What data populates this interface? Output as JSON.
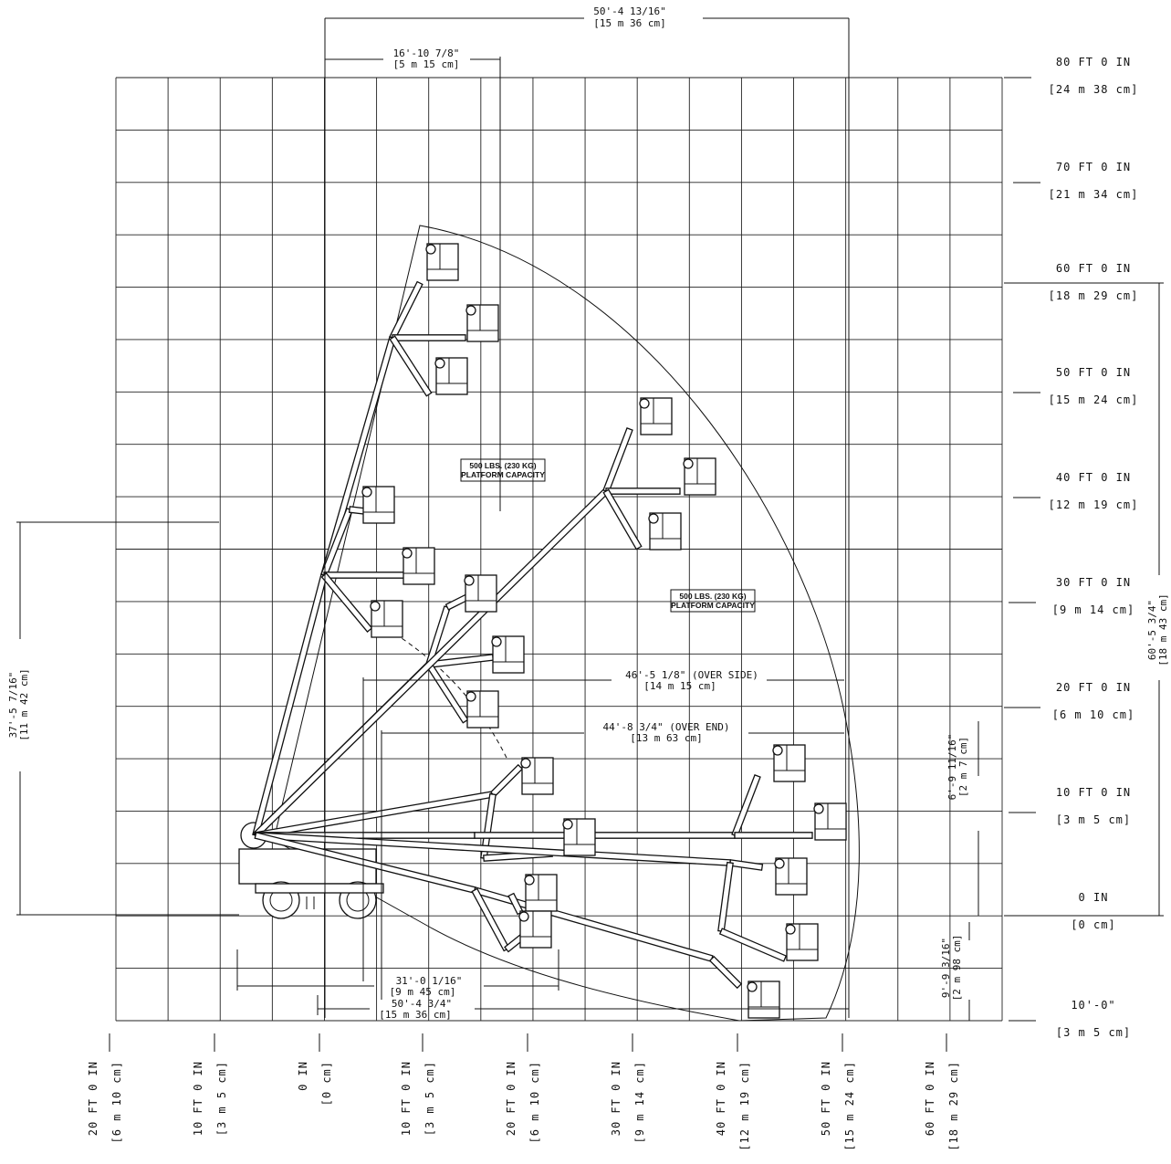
{
  "heights": [
    {
      "ft": "80 FT 0 IN",
      "m": "[24 m 38 cm]"
    },
    {
      "ft": "70 FT 0 IN",
      "m": "[21 m 34 cm]"
    },
    {
      "ft": "60 FT 0 IN",
      "m": "[18 m 29 cm]"
    },
    {
      "ft": "50 FT 0 IN",
      "m": "[15 m 24 cm]"
    },
    {
      "ft": "40 FT 0 IN",
      "m": "[12 m 19 cm]"
    },
    {
      "ft": "30 FT 0 IN",
      "m": "[9 m 14 cm]"
    },
    {
      "ft": "20 FT 0 IN",
      "m": "[6 m 10 cm]"
    },
    {
      "ft": "10 FT 0 IN",
      "m": "[3 m 5 cm]"
    },
    {
      "ft": "0 IN",
      "m": "[0 cm]"
    },
    {
      "ft": "10'-0\"",
      "m": "[3 m 5 cm]"
    }
  ],
  "distances": [
    {
      "ft": "20 FT 0 IN",
      "m": "[6 m 10 cm]"
    },
    {
      "ft": "10 FT 0 IN",
      "m": "[3 m 5 cm]"
    },
    {
      "ft": "0 IN",
      "m": "[0 cm]"
    },
    {
      "ft": "10 FT 0 IN",
      "m": "[3 m 5 cm]"
    },
    {
      "ft": "20 FT 0 IN",
      "m": "[6 m 10 cm]"
    },
    {
      "ft": "30 FT 0 IN",
      "m": "[9 m 14 cm]"
    },
    {
      "ft": "40 FT 0 IN",
      "m": "[12 m 19 cm]"
    },
    {
      "ft": "50 FT 0 IN",
      "m": "[15 m 24 cm]"
    },
    {
      "ft": "60 FT 0 IN",
      "m": "[18 m 29 cm]"
    }
  ],
  "dimensions": {
    "top_total": {
      "ft": "50'-4 13/16\"",
      "m": "[15 m 36 cm]"
    },
    "top_offset": {
      "ft": "16'-10 7/8\"",
      "m": "[5 m 15 cm]"
    },
    "left_height": {
      "ft": "37'-5 7/16\"",
      "m": "[11 m 42 cm]"
    },
    "right_height": {
      "ft": "60'-5 3/4\"",
      "m": "[18 m 43 cm]"
    },
    "over_side": {
      "ft": "46'-5 1/8\" (OVER SIDE)",
      "m": "[14 m 15 cm]"
    },
    "over_end": {
      "ft": "44'-8 3/4\" (OVER END)",
      "m": "[13 m 63 cm]"
    },
    "right_upper": {
      "ft": "6'-9 11/16\"",
      "m": "[2 m 7 cm]"
    },
    "right_lower": {
      "ft": "9'-9 3/16\"",
      "m": "[2 m 98 cm]"
    },
    "bottom_a": {
      "ft": "31'-0 1/16\"",
      "m": "[9 m 45 cm]"
    },
    "bottom_b": {
      "ft": "50'-4 3/4\"",
      "m": "[15 m 36 cm]"
    }
  },
  "capacity_labels": [
    {
      "line1": "500 LBS. (230 KG)",
      "line2": "PLATFORM CAPACITY"
    },
    {
      "line1": "500 LBS. (230 KG)",
      "line2": "PLATFORM CAPACITY"
    }
  ]
}
